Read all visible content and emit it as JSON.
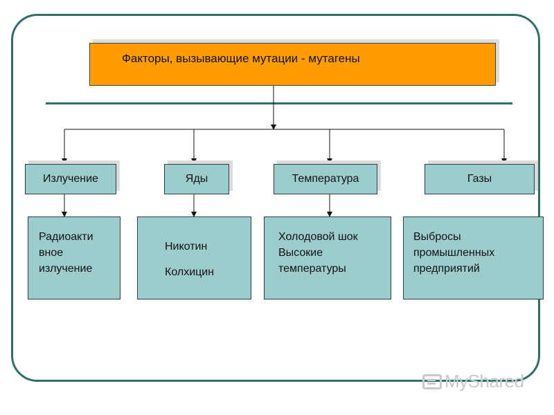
{
  "title": "Факторы, вызывающие мутации - мутагены",
  "categories": [
    {
      "label": "Излучение",
      "details": [
        "Радиоакти",
        "вное",
        "излучение"
      ]
    },
    {
      "label": "Яды",
      "details": [
        "Никотин",
        "Колхицин"
      ]
    },
    {
      "label": "Температура",
      "details": [
        "Холодовой шок",
        "Высокие",
        "температуры"
      ]
    },
    {
      "label": "Газы",
      "details": [
        "Выбросы",
        "промышленных",
        "предприятий"
      ]
    }
  ],
  "watermark": "MyShared",
  "colors": {
    "title_fill": "#ff9d00",
    "box_fill": "#9ccccc",
    "frame": "#2f6e67"
  }
}
